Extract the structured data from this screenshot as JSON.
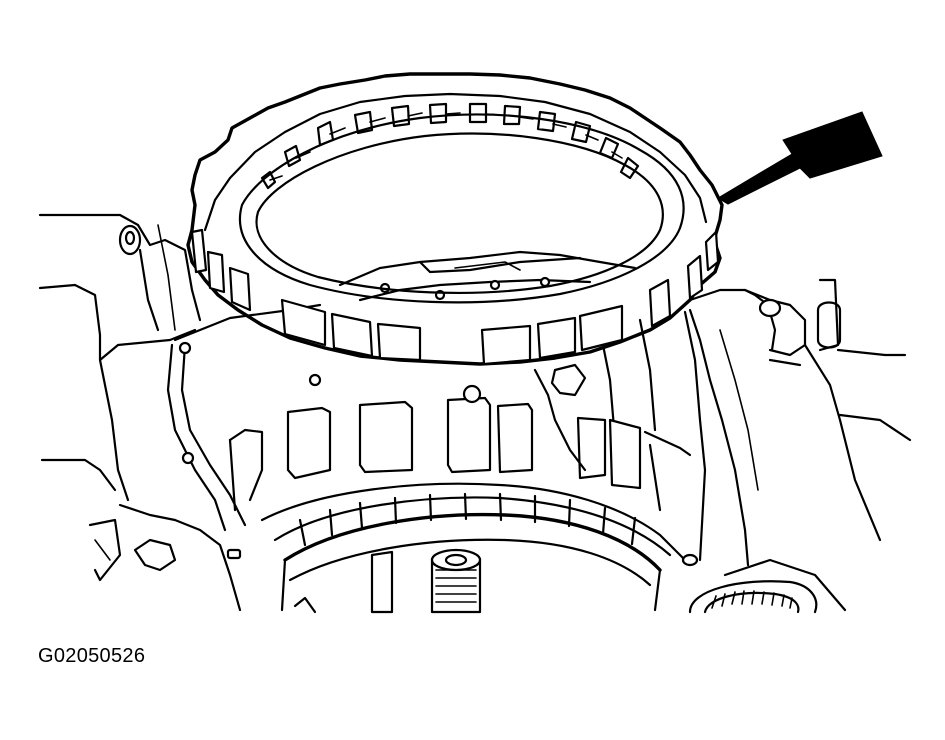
{
  "figure": {
    "id_label": "G02050526"
  },
  "parts": {
    "highlighted_component": "clutch-plate-ring",
    "pointer": "arrow"
  }
}
